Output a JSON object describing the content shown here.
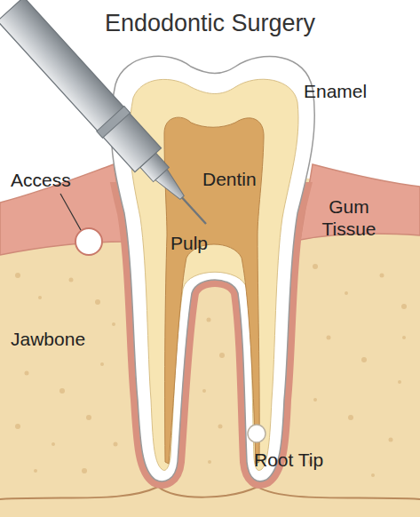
{
  "diagram": {
    "title": "Endodontic Surgery",
    "labels": [
      "Enamel",
      "Access",
      "Dentin",
      "Gum Tissue",
      "Pulp",
      "Jawbone",
      "Root Tip"
    ]
  }
}
